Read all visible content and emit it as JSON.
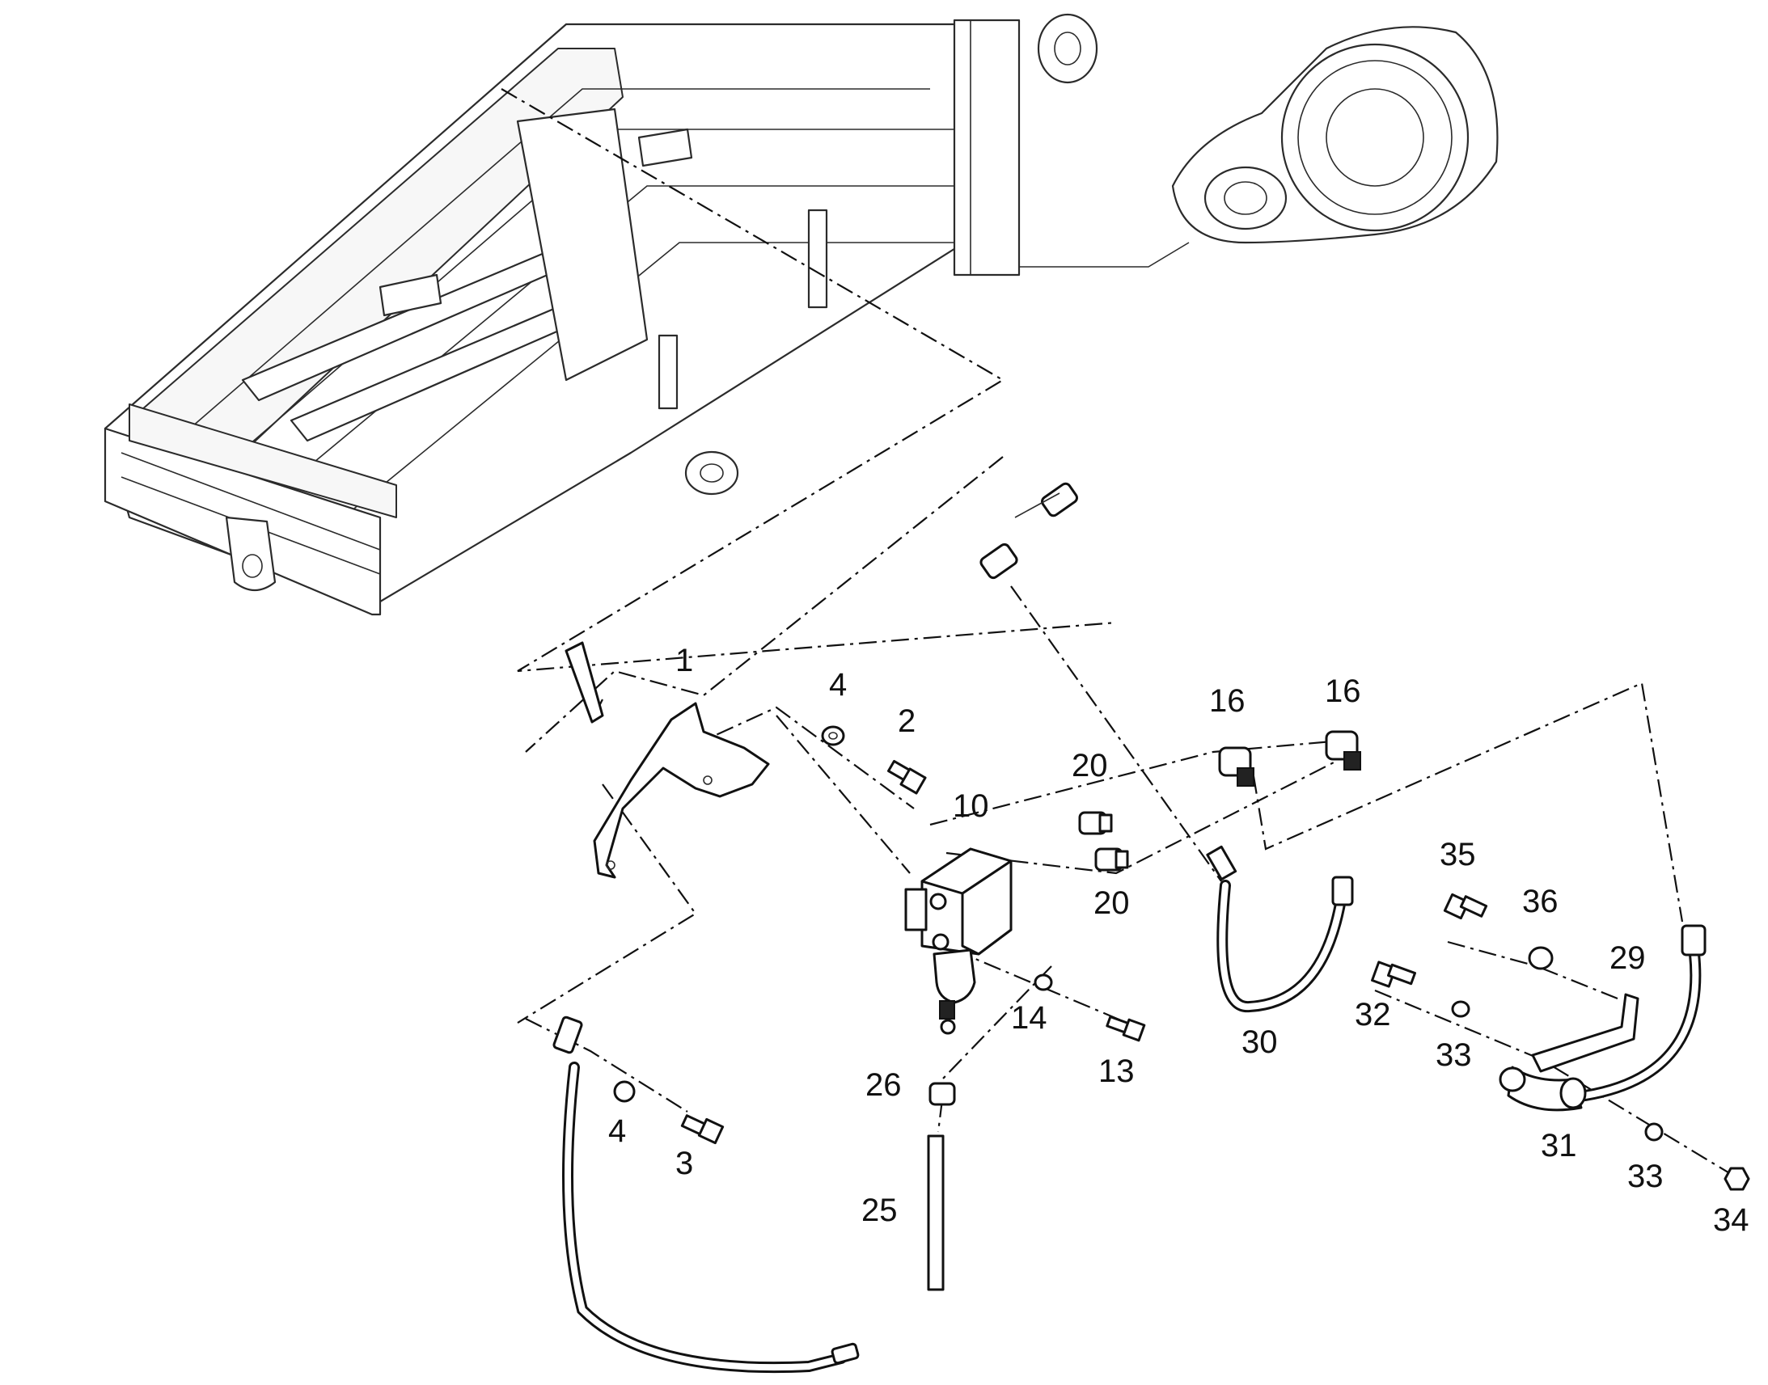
{
  "callouts": [
    {
      "id": "c1",
      "text": "1"
    },
    {
      "id": "c2",
      "text": "2"
    },
    {
      "id": "c3",
      "text": "3"
    },
    {
      "id": "c4a",
      "text": "4"
    },
    {
      "id": "c4b",
      "text": "4"
    },
    {
      "id": "c10",
      "text": "10"
    },
    {
      "id": "c13",
      "text": "13"
    },
    {
      "id": "c14",
      "text": "14"
    },
    {
      "id": "c16a",
      "text": "16"
    },
    {
      "id": "c16b",
      "text": "16"
    },
    {
      "id": "c20a",
      "text": "20"
    },
    {
      "id": "c20b",
      "text": "20"
    },
    {
      "id": "c25",
      "text": "25"
    },
    {
      "id": "c26",
      "text": "26"
    },
    {
      "id": "c29",
      "text": "29"
    },
    {
      "id": "c30",
      "text": "30"
    },
    {
      "id": "c31",
      "text": "31"
    },
    {
      "id": "c32",
      "text": "32"
    },
    {
      "id": "c33a",
      "text": "33"
    },
    {
      "id": "c33b",
      "text": "33"
    },
    {
      "id": "c34",
      "text": "34"
    },
    {
      "id": "c35",
      "text": "35"
    },
    {
      "id": "c36",
      "text": "36"
    }
  ],
  "colors": {
    "line": "#111111",
    "frame": "#2b2b2b",
    "background": "#ffffff"
  }
}
